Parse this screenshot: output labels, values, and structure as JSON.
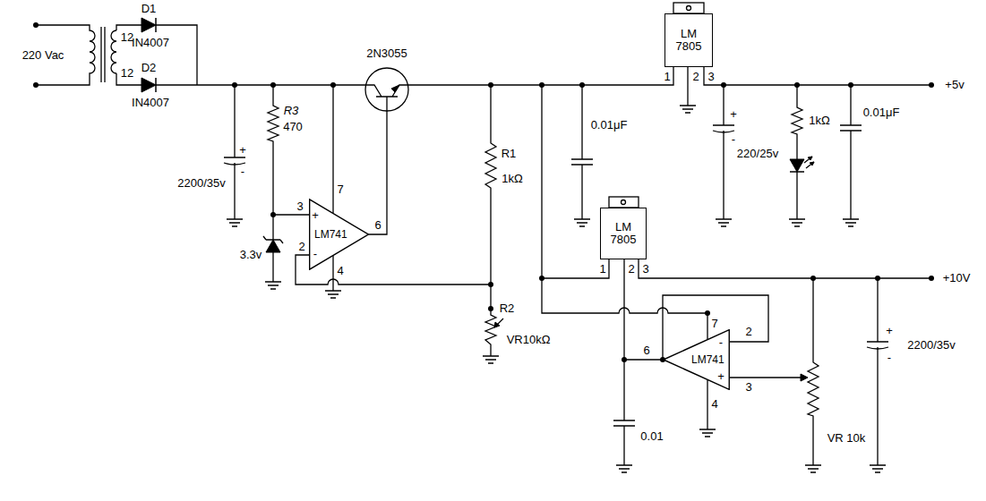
{
  "diagram": {
    "nodes": [
      {
        "text": [
          "LM 7805"
        ]
      },
      {
        "text": [
          "LM741"
        ]
      },
      {
        "text": [
          "LM 7805"
        ]
      },
      {
        "text": [
          "LM741"
        ]
      }
    ],
    "edges": [
      {
        "from": 0,
        "to": 2,
        "arrow": "none"
      },
      {
        "from": 2,
        "to": 3,
        "arrow": "none"
      }
    ],
    "labels": [
      "220 Vac",
      "12",
      "12",
      "D1",
      "IN4007",
      "D2",
      "IN4007",
      "+",
      "2200/35v",
      "-",
      "R3",
      "470",
      "3",
      "2",
      "7",
      "+",
      "-",
      "6",
      "4",
      "3.3v",
      "2N3055",
      "R1",
      "1kΩ",
      "R2",
      "VR10kΩ",
      "0.01μF",
      "1",
      "2",
      "3",
      "+",
      "220/25v",
      "-",
      "1kΩ",
      "0.01μF",
      "+5v",
      "1",
      "2",
      "3",
      "+10V",
      "6",
      "7",
      "-",
      "2",
      "+",
      "3",
      "4",
      "0.01",
      "VR 10k",
      "+",
      "2200/35v",
      "-"
    ]
  }
}
